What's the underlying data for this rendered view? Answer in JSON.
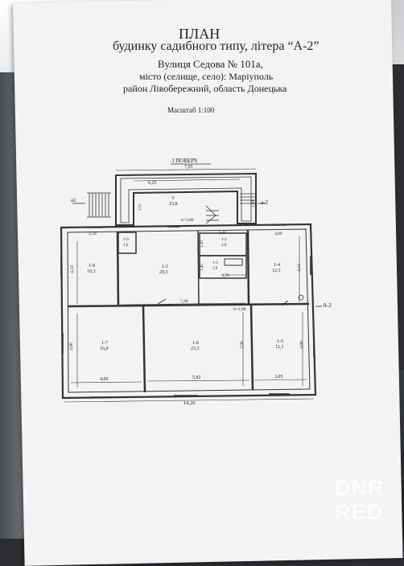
{
  "header": {
    "title": "ПЛАН",
    "line2": "будинку садибного типу, літера “А-2”",
    "line3": "Вулиця Седова  № 101а,",
    "line4": "місто (селище, село):  Маріуполь",
    "line5": "район Лівобережний, область Донецька",
    "scale": "Масштаб 1:100"
  },
  "floor_label": "І ПОВЕРХ",
  "dimensions": {
    "top_width": "7,05",
    "left_step": "6,25",
    "total_width": "14,20",
    "mid_7_40": "7,40",
    "h_3_80": "h=3,80",
    "h_2_80": "h=2,80",
    "d_2_50": "2,50",
    "d_3_00": "3,00",
    "d_2_40": "2,40",
    "d_2_70": "2,70",
    "d_4_10a": "4,10",
    "d_4_10b": "4,10",
    "d_4_00a": "4,00",
    "d_4_00b": "4,00",
    "d_5_82": "5,82",
    "d_3_05": "3,05",
    "d_3_98": "3,98",
    "d_4_00v": "4,00",
    "d_1_30": "1,30",
    "d_1_45": "1,45",
    "d_2_51": "2,51",
    "d_2_58": "2,58"
  },
  "rooms": [
    {
      "id": "V",
      "area": "15,8"
    },
    {
      "id": "1-8",
      "area": "10,3"
    },
    {
      "id": "1-9",
      "area": "1,6"
    },
    {
      "id": "1-1",
      "area": "20,3"
    },
    {
      "id": "1-2",
      "area": "2,9"
    },
    {
      "id": "1-3",
      "area": "3,9"
    },
    {
      "id": "1-4",
      "area": "12,3"
    },
    {
      "id": "1-7",
      "area": "16,0"
    },
    {
      "id": "1-6",
      "area": "23,3"
    },
    {
      "id": "1-5",
      "area": "12,1"
    }
  ],
  "markers": {
    "a1": "а1",
    "a2_top": "а-2",
    "a2_right": "А-2"
  },
  "watermark": [
    "DNR",
    "RED"
  ]
}
